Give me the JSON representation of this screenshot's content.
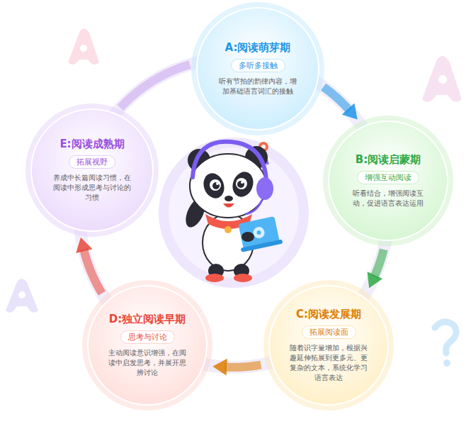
{
  "diagram": {
    "nodes": [
      {
        "text": [
          "A:阅读萌芽期",
          "多听多接触",
          "听有节拍的韵律内容，增加基础语言词汇的接触"
        ]
      },
      {
        "text": [
          "B:阅读启蒙期",
          "增强互动阅读",
          "听看结合，增强阅读互动，促进语言表达运用"
        ]
      },
      {
        "text": [
          "C:阅读发展期",
          "拓展阅读面",
          "随着识字量增加，根据兴趣延伸拓展到更多元、更复杂的文本，系统化学习语言表达"
        ]
      },
      {
        "text": [
          "D:独立阅读早期",
          "思考与讨论",
          "主动阅读意识增强，在阅读中启发思考，并展开思辨讨论"
        ]
      },
      {
        "text": [
          "E:阅读成熟期",
          "拓展视野",
          "养成中长篇阅读习惯，在阅读中形成思考与讨论的习惯"
        ]
      }
    ],
    "edges": [
      {
        "from": 0,
        "to": 1,
        "arrow": "to"
      },
      {
        "from": 1,
        "to": 2,
        "arrow": "to"
      },
      {
        "from": 2,
        "to": 3,
        "arrow": "to"
      },
      {
        "from": 3,
        "to": 4,
        "arrow": "to"
      },
      {
        "from": 4,
        "to": 0,
        "arrow": "none"
      }
    ]
  }
}
